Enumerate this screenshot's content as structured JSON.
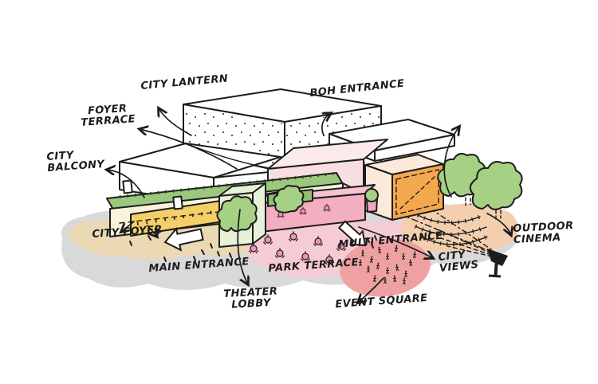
{
  "labels": {
    "city_lantern": "CITY LANTERN",
    "foyer_terrace": "FOYER\nTERRACE",
    "boh_entrance": "BOH ENTRANCE",
    "city_balcony": "CITY\nBALCONY",
    "city_foyer": "CITY FOYER",
    "main_entrance": "MAIN ENTRANCE",
    "theater_lobby": "THEATER\nLOBBY",
    "park_terrace": "PARK TERRACE",
    "multi_entrance": "MULTI ENTRANCE",
    "event_square": "EVENT SQUARE",
    "city_views": "CITY\nVIEWS",
    "outdoor_cinema": "OUTDOOR\nCINEMA"
  },
  "colors": {
    "ink": "#1c1c1c",
    "white": "#ffffff",
    "ground_shadow": "#d9d9d9",
    "ground_beige": "#ebd9b4",
    "park_terrace_pink": "#f6ccd4",
    "event_square_red": "#efa0a0",
    "amphitheater_tan": "#f3cfae",
    "balcony_green": "#9cc87e",
    "lobby_pale_green": "#e6f1d8",
    "tree_green": "#a6d084",
    "planter_green": "#8fbf6f",
    "foyer_cream": "#faf3da",
    "foyer_cream_side": "#f0e6c9",
    "foyer_yellow": "#f4cf67",
    "pink_box_front": "#f8dee3",
    "pink_box_top": "#fbe9ec",
    "terrace_band_pink": "#f3aec1",
    "terrace_band_top": "#f7c3d1",
    "table_pink": "#ef93ab",
    "door_red": "#e6403f",
    "cinema_orange": "#f4a84e",
    "cinema_cream": "#fbeada",
    "planter_pot_pink": "#f4a9bc"
  }
}
